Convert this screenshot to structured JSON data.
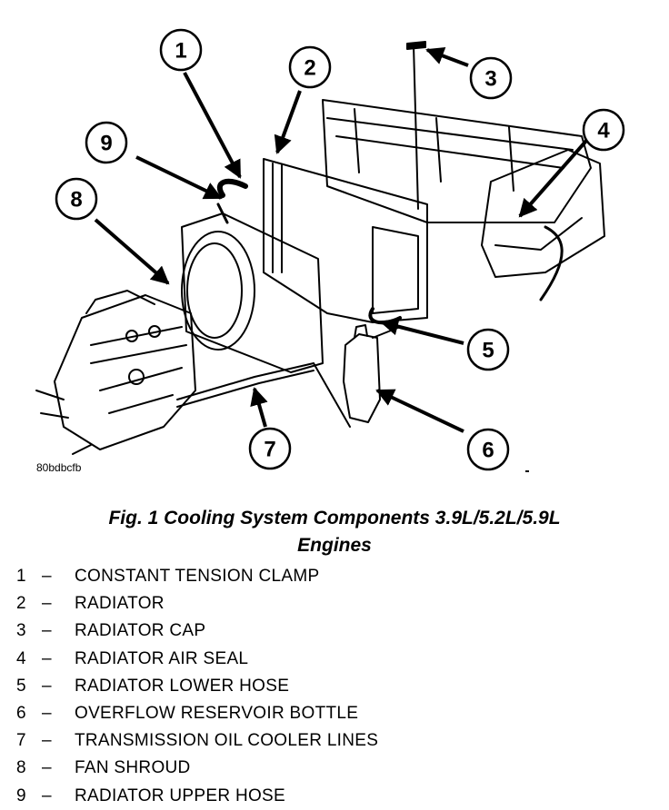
{
  "figure": {
    "image_code": "80bdbcfb",
    "callouts": [
      "1",
      "2",
      "3",
      "4",
      "5",
      "6",
      "7",
      "8",
      "9"
    ]
  },
  "caption": {
    "line1": "Fig. 1 Cooling System Components 3.9L/5.2L/5.9L",
    "line2": "Engines"
  },
  "legend": [
    {
      "num": "1",
      "dash": "–",
      "label": "CONSTANT TENSION CLAMP"
    },
    {
      "num": "2",
      "dash": "–",
      "label": "RADIATOR"
    },
    {
      "num": "3",
      "dash": "–",
      "label": "RADIATOR CAP"
    },
    {
      "num": "4",
      "dash": "–",
      "label": "RADIATOR AIR SEAL"
    },
    {
      "num": "5",
      "dash": "–",
      "label": "RADIATOR LOWER HOSE"
    },
    {
      "num": "6",
      "dash": "–",
      "label": "OVERFLOW RESERVOIR BOTTLE"
    },
    {
      "num": "7",
      "dash": "–",
      "label": "TRANSMISSION OIL COOLER LINES"
    },
    {
      "num": "8",
      "dash": "–",
      "label": "FAN SHROUD"
    },
    {
      "num": "9",
      "dash": "–",
      "label": "RADIATOR UPPER HOSE"
    }
  ]
}
